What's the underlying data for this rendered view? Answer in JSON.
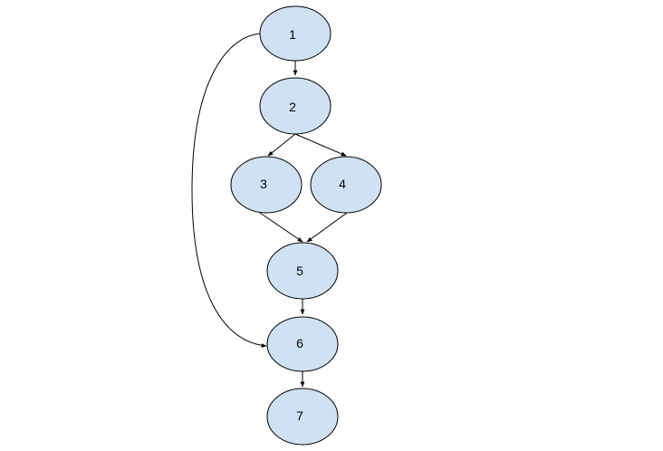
{
  "diagram": {
    "colors": {
      "node_fill": "#cfe2f3",
      "node_stroke": "#000000",
      "edge": "#000000",
      "background": "#ffffff"
    },
    "nodes": [
      {
        "id": "1",
        "label": "1"
      },
      {
        "id": "2",
        "label": "2"
      },
      {
        "id": "3",
        "label": "3"
      },
      {
        "id": "4",
        "label": "4"
      },
      {
        "id": "5",
        "label": "5"
      },
      {
        "id": "6",
        "label": "6"
      },
      {
        "id": "7",
        "label": "7"
      }
    ],
    "edges": [
      {
        "from": "1",
        "to": "2"
      },
      {
        "from": "2",
        "to": "3"
      },
      {
        "from": "2",
        "to": "4"
      },
      {
        "from": "3",
        "to": "5"
      },
      {
        "from": "4",
        "to": "5"
      },
      {
        "from": "5",
        "to": "6"
      },
      {
        "from": "1",
        "to": "6"
      },
      {
        "from": "6",
        "to": "7"
      }
    ]
  }
}
